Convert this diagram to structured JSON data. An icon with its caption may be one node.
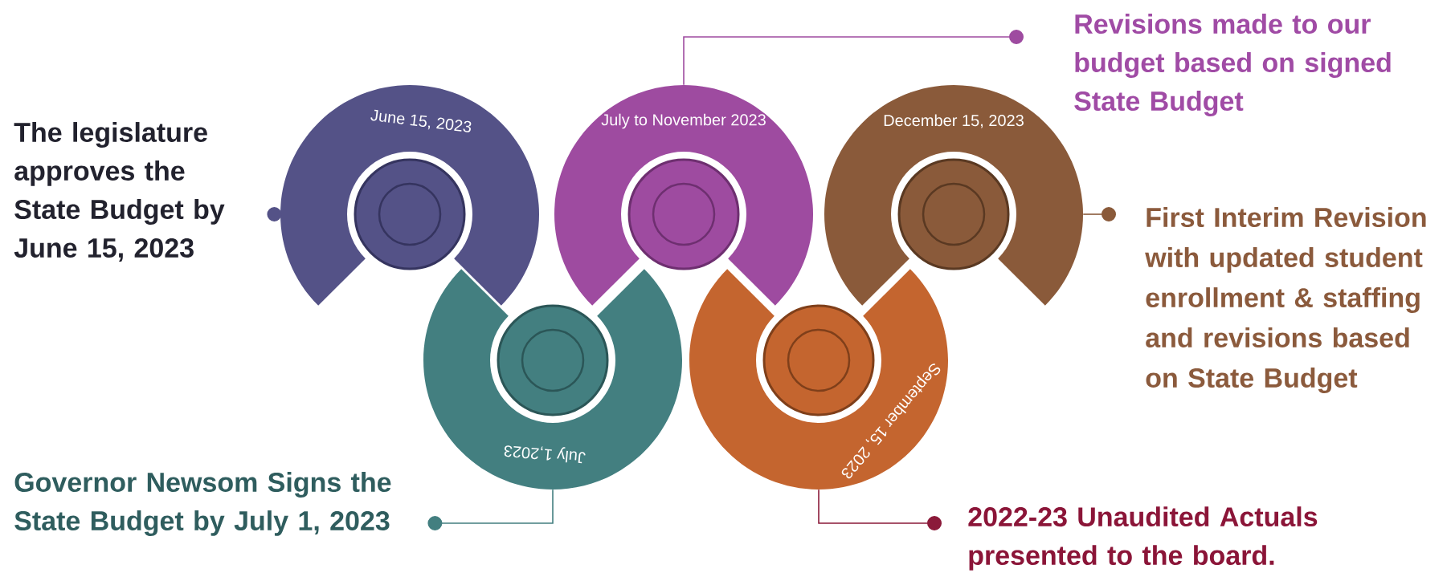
{
  "diagram": {
    "nodes": [
      {
        "text": [
          "June 15, 2023"
        ]
      },
      {
        "text": [
          "July 1,2023"
        ]
      },
      {
        "text": [
          "July to November 2023"
        ]
      },
      {
        "text": [
          "September 15, 2023"
        ]
      },
      {
        "text": [
          "December 15, 2023"
        ]
      },
      {
        "text": [
          "The legislature approves the State Budget by June 15, 2023"
        ]
      },
      {
        "text": [
          "Governor Newsom Signs the State Budget by July 1, 2023"
        ]
      },
      {
        "text": [
          "Revisions made to our budget based on signed State Budget"
        ]
      },
      {
        "text": [
          "First Interim Revision with updated student enrollment & staffing and revisions based on State Budget"
        ]
      },
      {
        "text": [
          "2022-23 Unaudited Actuals presented to the board."
        ]
      }
    ],
    "edges": [
      {
        "from": 5,
        "to": 0,
        "arrow": "other",
        "color": "#545287"
      },
      {
        "from": 6,
        "to": 1,
        "arrow": "other",
        "color": "#437f80"
      },
      {
        "from": 7,
        "to": 2,
        "arrow": "other",
        "color": "#9e4ba0"
      },
      {
        "from": 8,
        "to": 4,
        "arrow": "other",
        "color": "#8a5a3a"
      },
      {
        "from": 9,
        "to": 3,
        "arrow": "other",
        "color": "#8b1a3a"
      }
    ]
  }
}
